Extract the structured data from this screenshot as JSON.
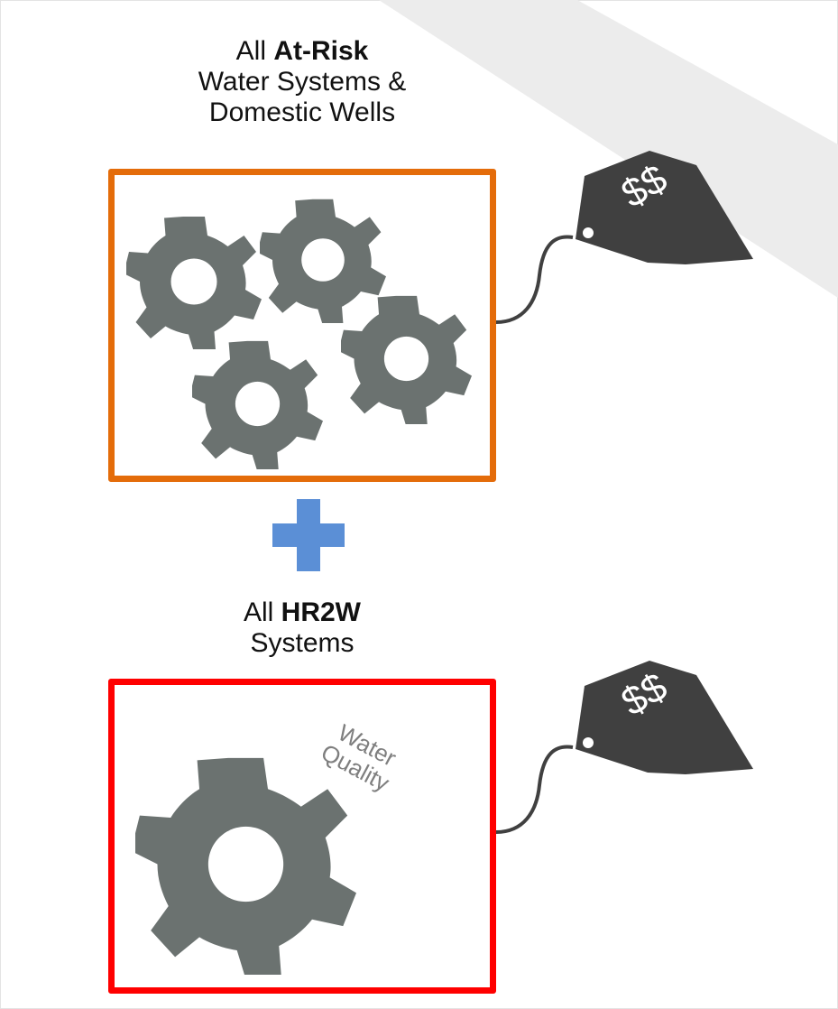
{
  "top_group": {
    "prefix": "All",
    "emphasis": "At-Risk",
    "line2": "Water Systems &",
    "line3": "Domestic Wells"
  },
  "bottom_group": {
    "prefix": "All",
    "emphasis": "HR2W",
    "line2": "Systems",
    "annotation_line1": "Water",
    "annotation_line2": "Quality"
  },
  "price_tags": [
    {
      "label": "$$"
    },
    {
      "label": "$$"
    }
  ],
  "colors": {
    "at_risk_border": "#e46c0a",
    "hr2w_border": "#ff0000",
    "gear": "#6b7270",
    "plus": "#5b8fd6",
    "tag": "#404040"
  },
  "icons": [
    "gear-icon",
    "plus-icon",
    "price-tag-icon"
  ]
}
